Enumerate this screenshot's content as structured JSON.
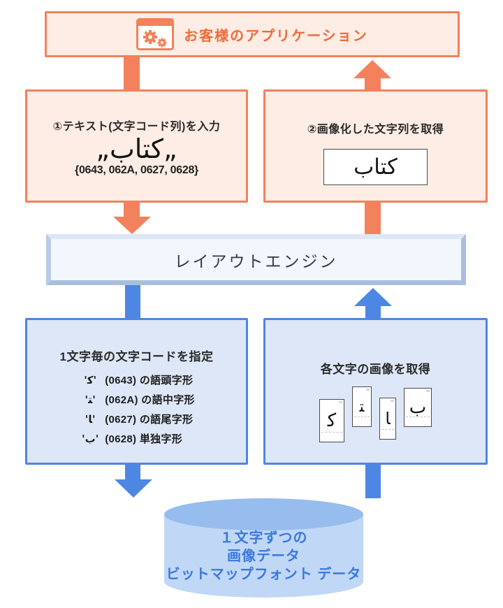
{
  "colors": {
    "orange": "#f2815c",
    "orange_text": "#ee6a38",
    "peach_fill": "#fdede5",
    "blue": "#4e87e3",
    "blue_fill": "#dde7f7",
    "engine_fill": "#f2f6fd",
    "cylinder_top": "#97bcee",
    "cylinder_body": "#c0d7f5",
    "cylinder_text": "#3b78e0",
    "dark_text": "#2b2b2b"
  },
  "app_box": {
    "label": "お客様のアプリケーション"
  },
  "input_box": {
    "title": "①テキスト(文字コード列)を入力",
    "word": "„كتاب„",
    "codes": "{0643, 062A, 0627, 0628}"
  },
  "output_box": {
    "title": "②画像化した文字列を取得",
    "word": "كتاب"
  },
  "engine_box": {
    "label": "レイアウトエンジン"
  },
  "charcode_box": {
    "title": "1文字毎の文字コードを指定",
    "items": [
      {
        "glyph": "'ﻛ'",
        "desc": "(0643) の語頭字形"
      },
      {
        "glyph": "'ﺘ'",
        "desc": "(062A) の語中字形"
      },
      {
        "glyph": "'ﺎ'",
        "desc": "(0627) の語尾字形"
      },
      {
        "glyph": "'ب'",
        "desc": "(0628) 単独字形"
      }
    ]
  },
  "glyph_box": {
    "title": "各文字の画像を取得",
    "glyphs": [
      "ﻛ",
      "ﺘ",
      "ﺎ",
      "ب"
    ]
  },
  "database": {
    "lines": [
      "１文字ずつの",
      "画像データ",
      "ビットマップフォント データ"
    ]
  }
}
